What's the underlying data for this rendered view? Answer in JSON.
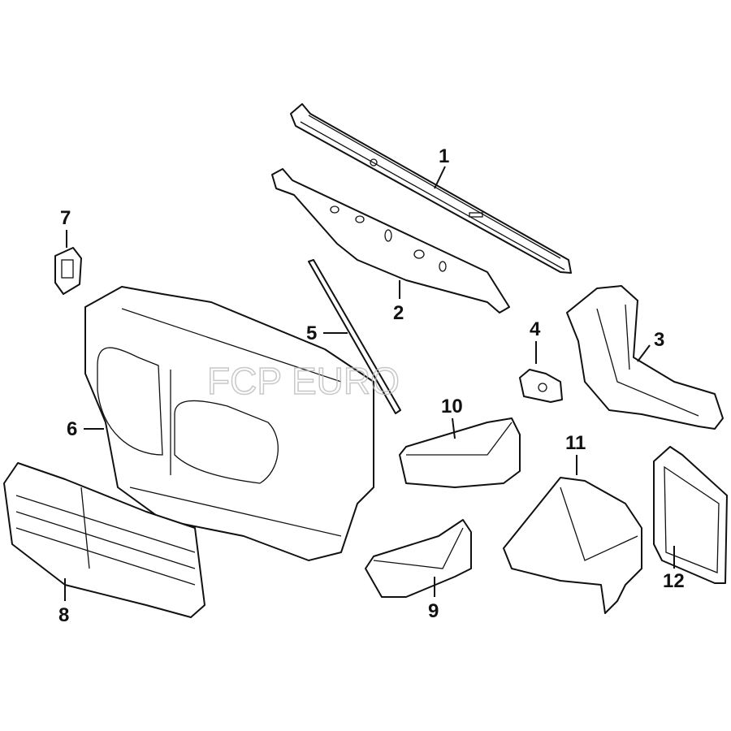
{
  "diagram": {
    "callouts": [
      "1",
      "2",
      "3",
      "4",
      "5",
      "6",
      "7",
      "8",
      "9",
      "10",
      "11",
      "12"
    ],
    "watermark": "FCP EURO",
    "line_color": "#111111",
    "background": "#ffffff"
  }
}
